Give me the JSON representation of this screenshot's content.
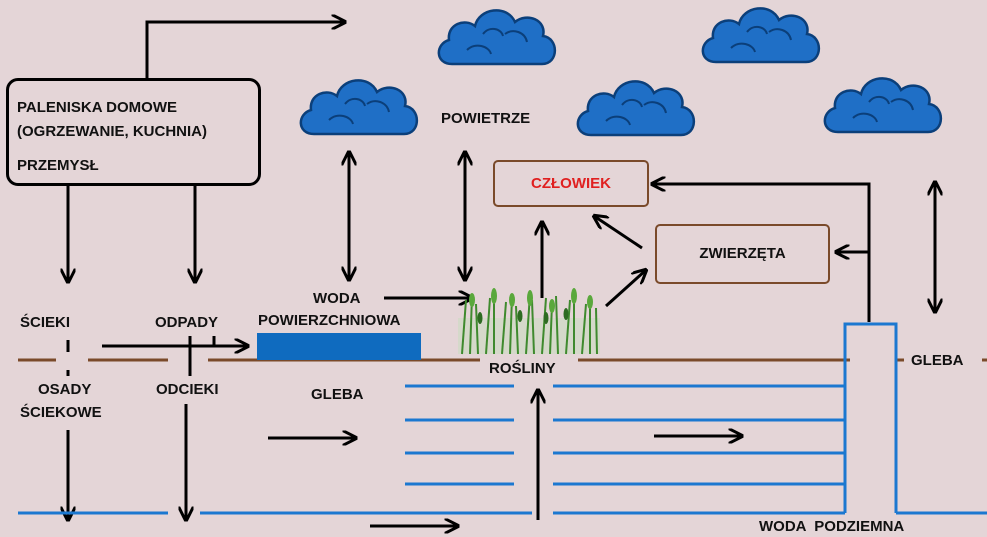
{
  "source": {
    "line1": "PALENISKA DOMOWE",
    "line2": "(OGRZEWANIE, KUCHNIA)",
    "line3": "PRZEMYSŁ"
  },
  "labels": {
    "air": "POWIETRZE",
    "human": "CZŁOWIEK",
    "animals": "ZWIERZĘTA",
    "wastewater": "ŚCIEKI",
    "waste": "ODPADY",
    "surface_water_1": "WODA",
    "surface_water_2": "POWIERZCHNIOWA",
    "plants": "ROŚLINY",
    "soil_right": "GLEBA",
    "soil_left": "GLEBA",
    "sludge_1": "OSADY",
    "sludge_2": "ŚCIEKOWE",
    "leachate": "ODCIEKI",
    "groundwater": "WODA  PODZIEMNA"
  },
  "colors": {
    "background": "#e4d5d7",
    "cloud": "#1f6fc6",
    "surface_water": "#0f6bbf",
    "groundwater_lines": "#1b78d0",
    "soil_line": "#7a4a2a",
    "human_text": "#e02020"
  },
  "icons": [
    "cloud-icon",
    "plants-icon",
    "arrow-icon"
  ]
}
